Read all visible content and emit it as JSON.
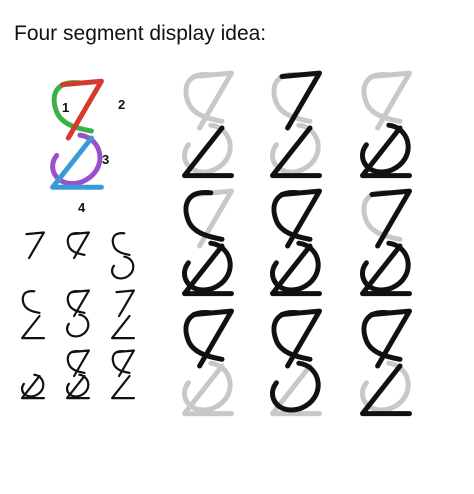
{
  "title": "Four segment display idea:",
  "legend": {
    "labels": [
      "1",
      "2",
      "3",
      "4"
    ],
    "segment_colors": [
      "#3cb043",
      "#d63a2f",
      "#3a9ad6",
      "#9b4fc8"
    ],
    "fourth_color": "#3aa0d8"
  },
  "colors": {
    "active": "#111111",
    "inactive": "#c8c8c8"
  },
  "small_digits": [
    [
      2
    ],
    [
      1,
      2
    ],
    [
      1,
      3
    ],
    [
      1,
      4
    ],
    [
      1,
      2,
      3
    ],
    [
      2,
      4
    ],
    [
      3,
      4
    ],
    [
      1,
      2,
      3,
      4
    ],
    [
      1,
      2,
      4
    ]
  ],
  "large_digits": [
    [
      4
    ],
    [
      2,
      4
    ],
    [
      3,
      4
    ],
    [
      1,
      3,
      4
    ],
    [
      1,
      2,
      3,
      4
    ],
    [
      2,
      3,
      4
    ],
    [
      1,
      2
    ],
    [
      1,
      2,
      3
    ],
    [
      1,
      2,
      4
    ]
  ]
}
